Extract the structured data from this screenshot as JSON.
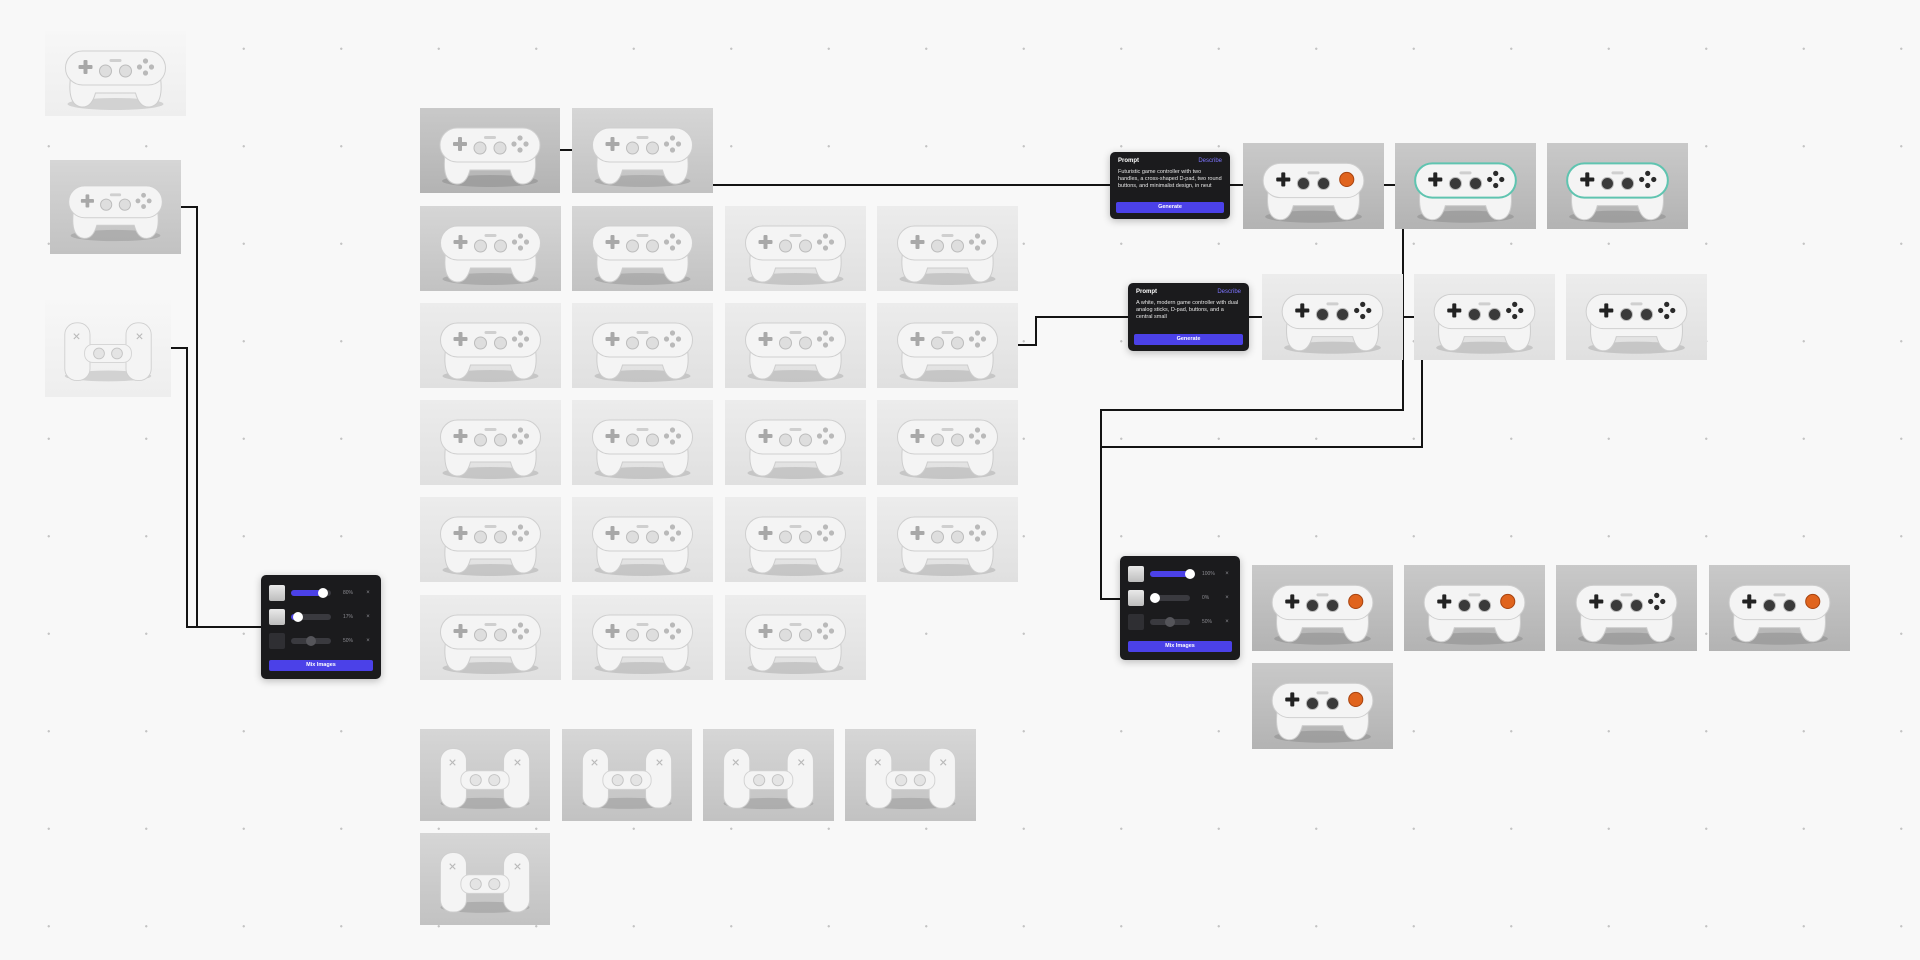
{
  "prompts": [
    {
      "heading": "Prompt",
      "action": "Describe",
      "text": "Futuristic game controller with two handles, a cross-shaped D-pad, two round buttons, and minimalist design, in neut",
      "button": "Generate"
    },
    {
      "heading": "Prompt",
      "action": "Describe",
      "text": "A white, modern game controller with dual analog sticks, D-pad, buttons, and a central small",
      "button": "Generate"
    }
  ],
  "mixers": [
    {
      "button": "Mix Images",
      "rows": [
        {
          "value": 0.8,
          "label": "80%",
          "active": true
        },
        {
          "value": 0.17,
          "label": "17%",
          "active": true
        },
        {
          "value": 0.5,
          "label": "50%",
          "active": false
        }
      ]
    },
    {
      "button": "Mix Images",
      "rows": [
        {
          "value": 1.0,
          "label": "100%",
          "active": true
        },
        {
          "value": 0.0,
          "label": "0%",
          "active": true
        },
        {
          "value": 0.5,
          "label": "50%",
          "active": false
        }
      ]
    }
  ],
  "colors": {
    "accent": "#4b41e8",
    "link": "#7d74ff",
    "panel": "#1b1b1d",
    "wire": "#111111",
    "orange_button": "#e0641e",
    "teal_trim": "#5fc4b0"
  }
}
